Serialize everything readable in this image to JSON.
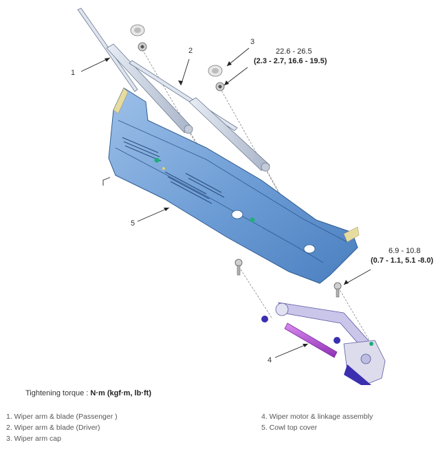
{
  "callouts": {
    "c1": "1",
    "c2": "2",
    "c3": "3",
    "c4": "4",
    "c5": "5"
  },
  "torque_top": {
    "nm": "22.6 - 26.5",
    "alt": "(2.3 - 2.7, 16.6 - 19.5)"
  },
  "torque_bottom": {
    "nm": "6.9 - 10.8",
    "alt": "(0.7 - 1.1, 5.1 -8.0)"
  },
  "tightening": {
    "prefix": "Tightening torque : ",
    "units": "N·m (kgf·m, lb·ft)"
  },
  "legend": {
    "left": [
      "1. Wiper arm & blade (Passenger )",
      "2. Wiper arm & blade (Driver)",
      "3. Wiper arm cap"
    ],
    "right": [
      "4. Wiper motor & linkage assembly",
      "5. Cowl top cover"
    ]
  },
  "colors": {
    "cowl": "#7aa6d8",
    "cowl_dark": "#3f6fa8",
    "linkage_rod": "#b44fd6",
    "motor": "#3b2fb0",
    "arm": "#cfd7e6",
    "seal": "#e6dca0"
  }
}
